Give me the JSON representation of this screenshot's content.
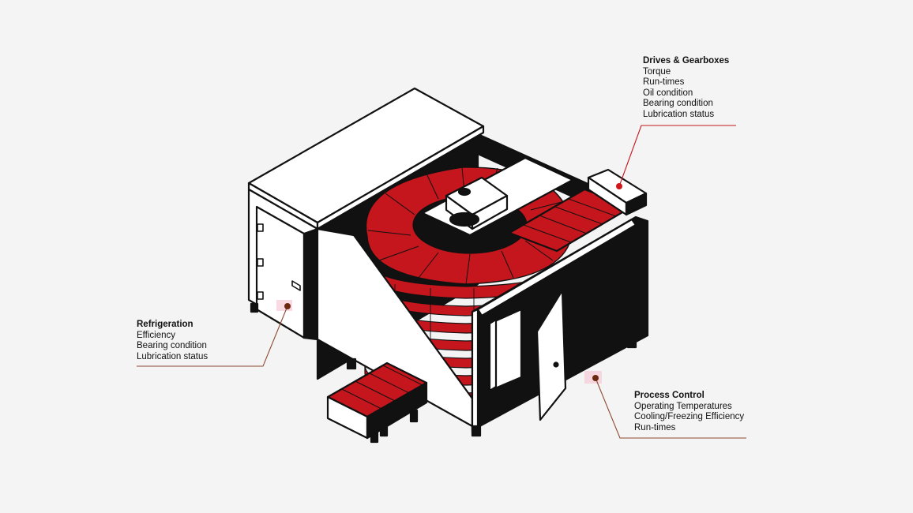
{
  "accent_color": "#c4161c",
  "callouts": {
    "drives": {
      "title": "Drives & Gearboxes",
      "items": [
        "Torque",
        "Run-times",
        "Oil condition",
        "Bearing condition",
        "Lubrication status"
      ]
    },
    "refrigeration": {
      "title": "Refrigeration",
      "items": [
        "Efficiency",
        "Bearing condition",
        "Lubrication status"
      ]
    },
    "process": {
      "title": "Process Control",
      "items": [
        "Operating Temperatures",
        "Cooling/Freezing Efficiency",
        "Run-times"
      ]
    }
  }
}
